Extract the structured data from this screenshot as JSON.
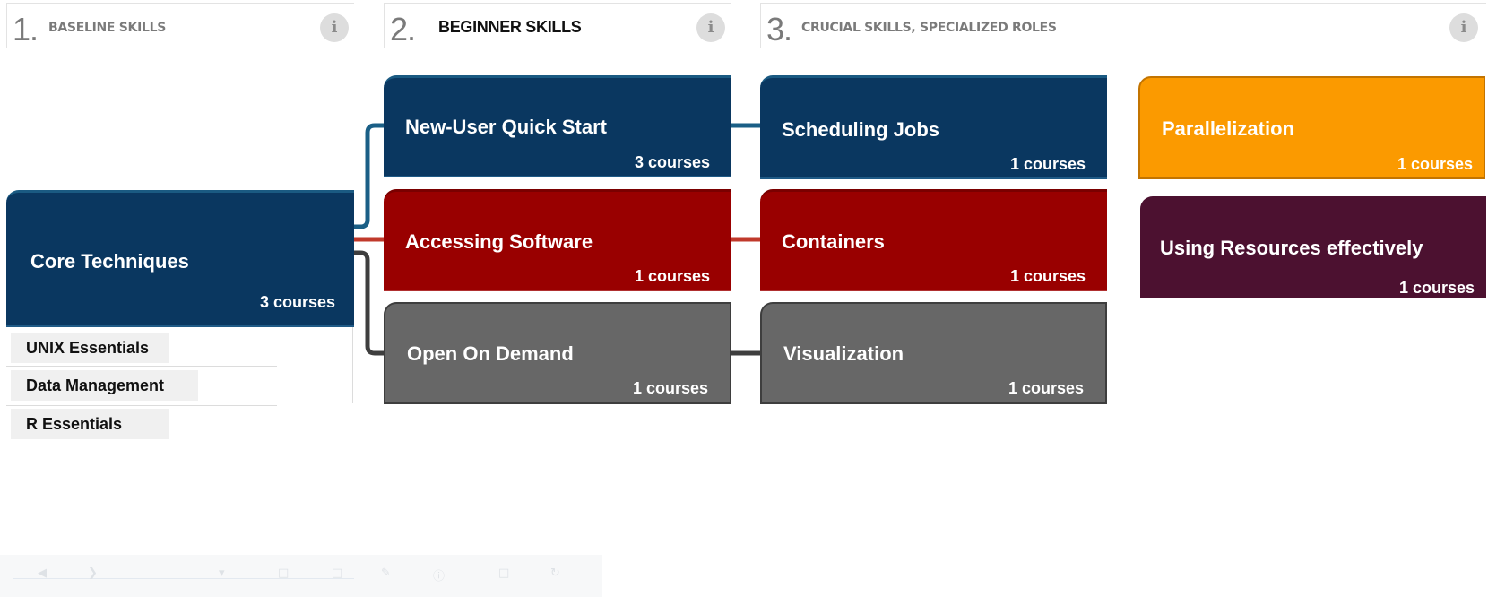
{
  "columns": [
    {
      "num": "1.",
      "title": "BASELINE SKILLS",
      "info": "i"
    },
    {
      "num": "2.",
      "title": "BEGINNER SKILLS",
      "info": "i"
    },
    {
      "num": "3.",
      "title": "CRUCIAL SKILLS, SPECIALIZED ROLES",
      "info": "i"
    }
  ],
  "core": {
    "title": "Core Techniques",
    "count": "3 courses",
    "items": [
      "UNIX Essentials",
      "Data Management",
      "R Essentials"
    ]
  },
  "beginner": [
    {
      "title": "New-User Quick Start",
      "count": "3 courses"
    },
    {
      "title": "Accessing Software",
      "count": "1 courses"
    },
    {
      "title": "Open On Demand",
      "count": "1 courses"
    }
  ],
  "crucial": [
    {
      "title": "Scheduling Jobs",
      "count": "1 courses"
    },
    {
      "title": "Containers",
      "count": "1 courses"
    },
    {
      "title": "Visualization",
      "count": "1 courses"
    }
  ],
  "specialized": [
    {
      "title": "Parallelization",
      "count": "1 courses"
    },
    {
      "title": "Using Resources effectively",
      "count": "1 courses"
    }
  ],
  "colors": {
    "blue": "#0a3760",
    "red": "#990000",
    "gray": "#676767",
    "orange": "#fb9a00",
    "plum": "#4c1130",
    "connector_blue": "#1a5f86",
    "connector_red": "#c0392b",
    "connector_gray": "#3e3e3e"
  }
}
